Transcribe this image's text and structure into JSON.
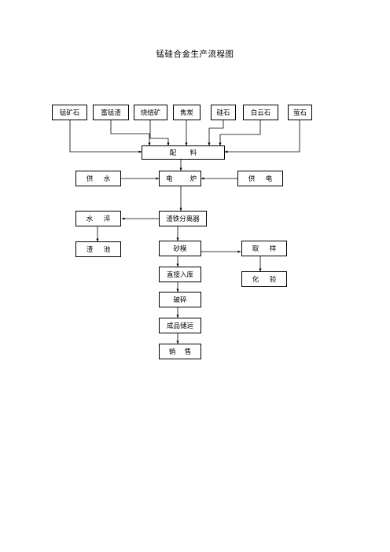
{
  "title": "锰硅合金生产流程图",
  "nodes": {
    "ore": "锰矿石",
    "rich_slag": "富锰渣",
    "sinter": "烧结矿",
    "coke": "焦炭",
    "silica": "硅石",
    "dolomite": "白云石",
    "fluorite": "萤石",
    "batching": [
      "配",
      "料"
    ],
    "water": [
      "供",
      "水"
    ],
    "furnace": [
      "电",
      "炉"
    ],
    "power": [
      "供",
      "电"
    ],
    "quench": [
      "水",
      "淬"
    ],
    "separator": "渣铁分离器",
    "slag_pool": [
      "渣",
      "池"
    ],
    "sand_mold": "砂模",
    "sampling": [
      "取",
      "样"
    ],
    "storage": "直接入库",
    "crushing": "破碎",
    "product": "成品储运",
    "assay": [
      "化",
      "验"
    ],
    "sales": [
      "销",
      "售"
    ]
  }
}
